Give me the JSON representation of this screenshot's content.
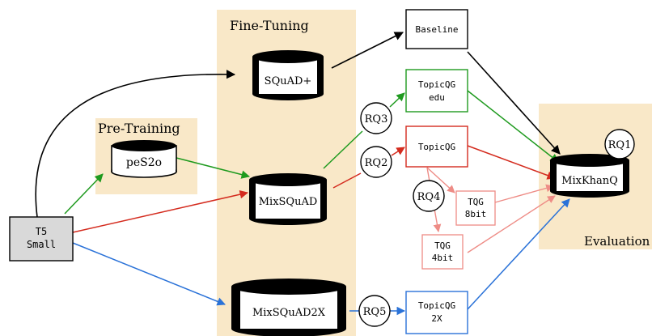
{
  "panels": {
    "pretraining": "Pre-Training",
    "finetuning": "Fine-Tuning",
    "evaluation": "Evaluation"
  },
  "datasets": {
    "pes2o": "peS2o",
    "squad_plus": "SQuAD+",
    "mixsquad": "MixSQuAD",
    "mixsquad2x": "MixSQuAD2X",
    "mixkhanq": "MixKhanQ"
  },
  "models": {
    "t5": [
      "T5",
      "Small"
    ],
    "baseline": [
      "Baseline"
    ],
    "topicqg_edu": [
      "TopicQG",
      "edu"
    ],
    "topicqg": [
      "TopicQG"
    ],
    "tqg_8bit": [
      "TQG",
      "8bit"
    ],
    "tqg_4bit": [
      "TQG",
      "4bit"
    ],
    "topicqg_2x": [
      "TopicQG",
      "2X"
    ]
  },
  "research_questions": {
    "rq1": "RQ1",
    "rq2": "RQ2",
    "rq3": "RQ3",
    "rq4": "RQ4",
    "rq5": "RQ5"
  },
  "colors": {
    "panel_fill": "#f9e8c8",
    "black": "#000000",
    "green": "#1e9a1e",
    "red": "#d42b1e",
    "light_red": "#ee8c86",
    "blue": "#2a72d8",
    "t5_fill": "#d9d9d9"
  }
}
